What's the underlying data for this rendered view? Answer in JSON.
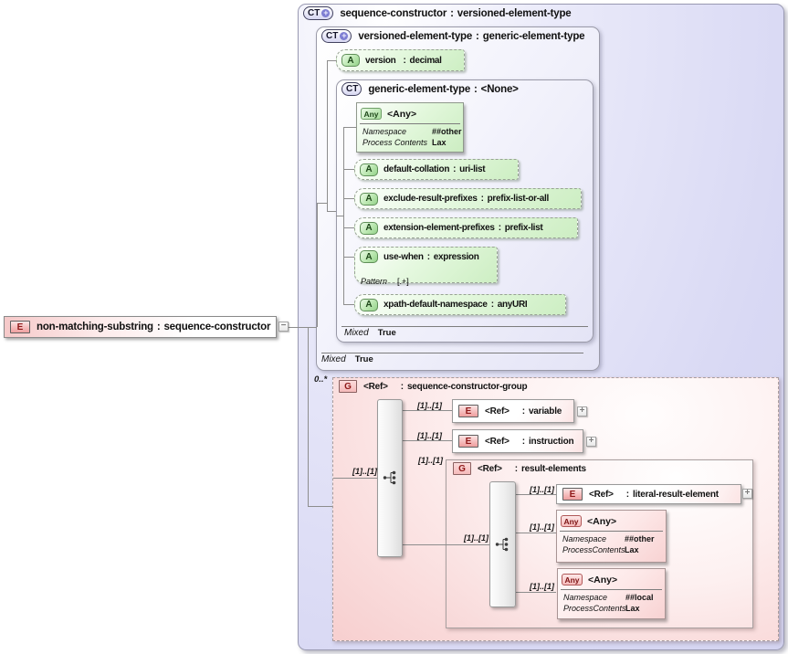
{
  "ui": {
    "colon": ":",
    "plus": "+",
    "minus": "−"
  },
  "badges": {
    "complex_type": "CT",
    "element": "E",
    "attribute": "A",
    "any": "Any",
    "group": "G"
  },
  "root_element": {
    "name": "non-matching-substring",
    "type": "sequence-constructor"
  },
  "outer": {
    "name": "sequence-constructor",
    "type": "versioned-element-type"
  },
  "versioned": {
    "name": "versioned-element-type",
    "type": "generic-element-type",
    "mixed_label": "Mixed",
    "mixed_value": "True"
  },
  "version_attr": {
    "name": "version",
    "type": "decimal"
  },
  "generic": {
    "name": "generic-element-type",
    "type": "<None>",
    "any": {
      "title": "<Any>",
      "facets": [
        {
          "label": "Namespace",
          "value": "##other"
        },
        {
          "label": "Process Contents",
          "value": "Lax"
        }
      ]
    },
    "attributes": [
      {
        "name": "default-collation",
        "type": "uri-list"
      },
      {
        "name": "exclude-result-prefixes",
        "type": "prefix-list-or-all"
      },
      {
        "name": "extension-element-prefixes",
        "type": "prefix-list"
      },
      {
        "name": "use-when",
        "type": "expression",
        "facet_label": "Pattern",
        "facet_value": "[.+]"
      },
      {
        "name": "xpath-default-namespace",
        "type": "anyURI"
      }
    ],
    "mixed_label": "Mixed",
    "mixed_value": "True"
  },
  "group": {
    "occurrence": "0..*",
    "cardinality": "[1]..[1]",
    "name": "<Ref>",
    "type": "sequence-constructor-group",
    "variable": {
      "name": "<Ref>",
      "type": "variable"
    },
    "instruction": {
      "name": "<Ref>",
      "type": "instruction"
    },
    "result_elements": {
      "name": "<Ref>",
      "type": "result-elements",
      "literal": {
        "name": "<Ref>",
        "type": "literal-result-element"
      },
      "any_other": {
        "title": "<Any>",
        "facets": [
          {
            "label": "Namespace",
            "value": "##other"
          },
          {
            "label": "ProcessContents",
            "value": "Lax"
          }
        ]
      },
      "any_local": {
        "title": "<Any>",
        "facets": [
          {
            "label": "Namespace",
            "value": "##local"
          },
          {
            "label": "ProcessContents",
            "value": "Lax"
          }
        ]
      }
    }
  },
  "colors": {
    "element_pink": "#f2aaaa",
    "attribute_green": "#cdeec3",
    "type_lavender": "#d9d9f4",
    "group_pink": "#f7cfcf",
    "connector": "#8d8d8d"
  }
}
